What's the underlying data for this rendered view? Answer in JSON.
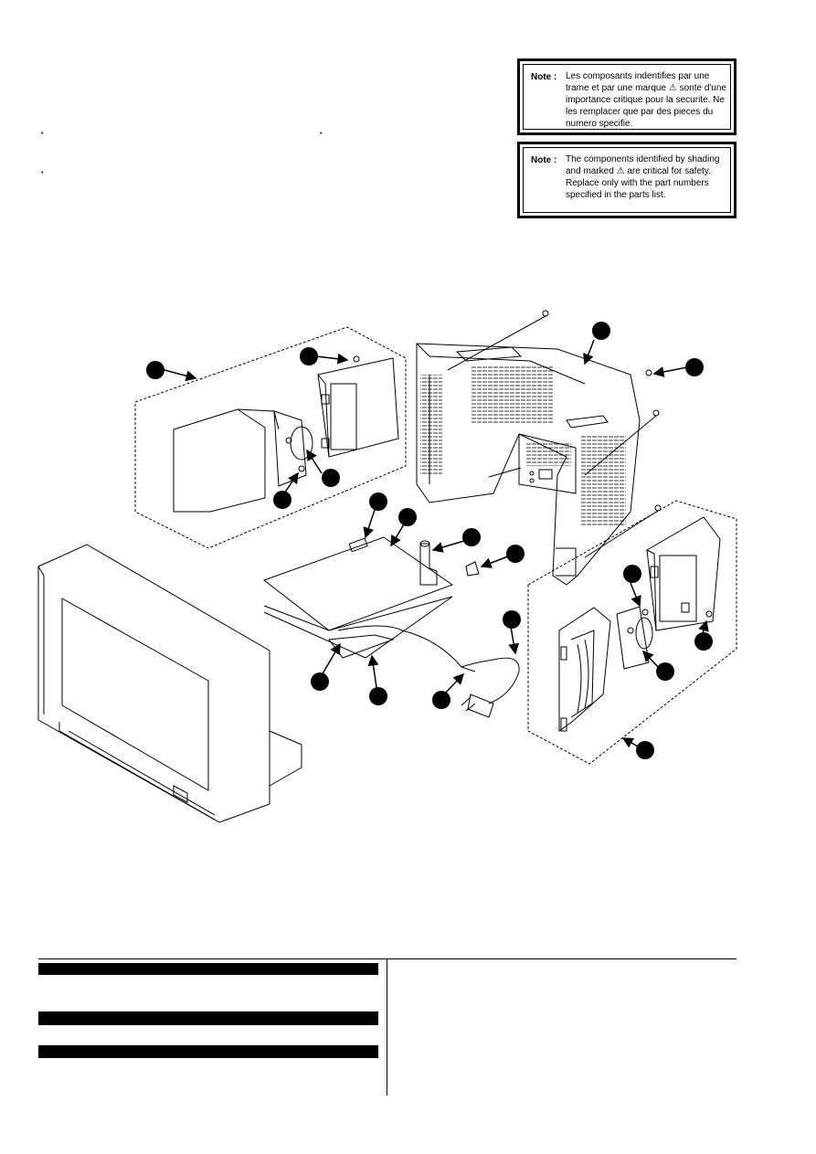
{
  "notes": {
    "label": "Note :",
    "french": "Les composants indentifies par une trame et par une marque ⚠ sonte d'une importance critique pour la securite. Ne les remplacer que par des pieces du numero specifie.",
    "english": "The components identified by shading and marked ⚠ are critical for safety. Replace only with the part numbers specified in the parts list."
  },
  "bullets": [
    "•",
    "•",
    "•"
  ]
}
